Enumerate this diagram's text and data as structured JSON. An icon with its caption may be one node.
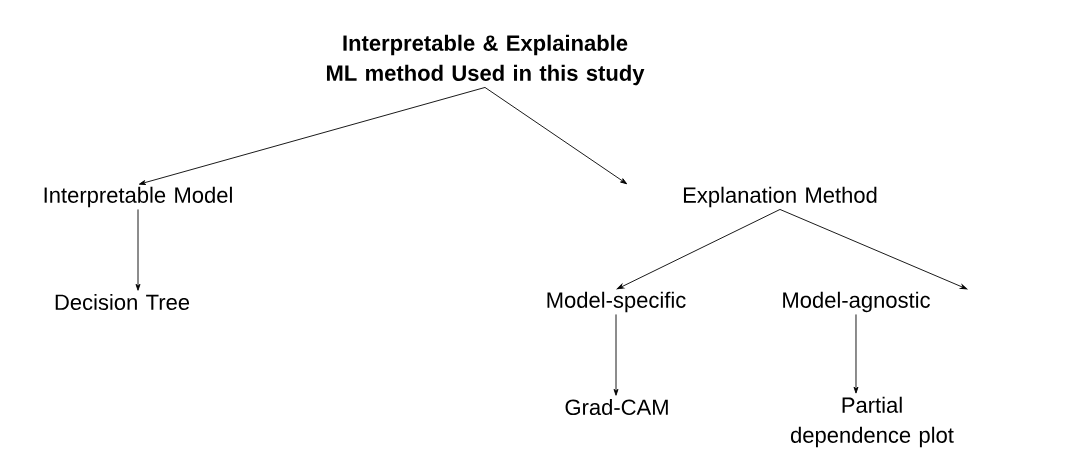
{
  "diagram": {
    "nodes": [
      {
        "text": [
          "Interpretable & Explainable ML method Used in this study"
        ]
      },
      {
        "text": [
          "Interpretable Model"
        ]
      },
      {
        "text": [
          "Explanation Method"
        ]
      },
      {
        "text": [
          "Decision Tree"
        ]
      },
      {
        "text": [
          "Model-specific"
        ]
      },
      {
        "text": [
          "Model-agnostic"
        ]
      },
      {
        "text": [
          "Grad-CAM"
        ]
      },
      {
        "text": [
          "Partial dependence plot"
        ]
      }
    ],
    "edges": [
      {
        "from": 0,
        "to": 1,
        "arrow": "to"
      },
      {
        "from": 0,
        "to": 2,
        "arrow": "to"
      },
      {
        "from": 1,
        "to": 3,
        "arrow": "to"
      },
      {
        "from": 2,
        "to": 4,
        "arrow": "to"
      },
      {
        "from": 2,
        "to": 5,
        "arrow": "to"
      },
      {
        "from": 4,
        "to": 6,
        "arrow": "to"
      },
      {
        "from": 5,
        "to": 7,
        "arrow": "to"
      }
    ]
  }
}
